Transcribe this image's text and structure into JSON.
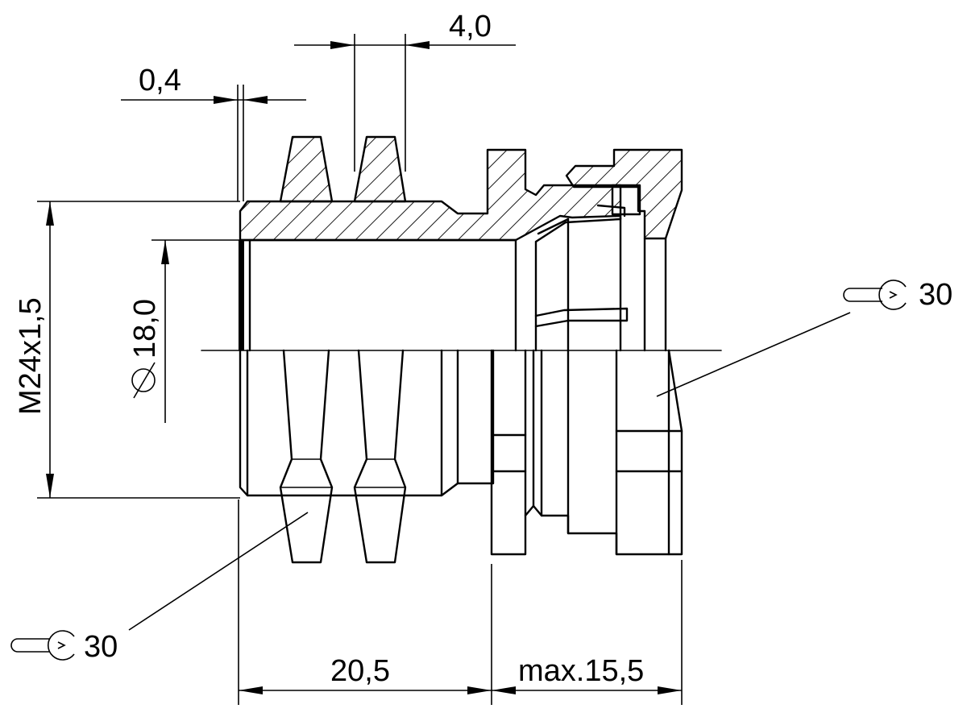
{
  "dimensions": {
    "pitch": "4,0",
    "gap": "0,4",
    "thread": "M24x1,5",
    "bore": "18,0",
    "length": "20,5",
    "max_length": "max.15,5"
  },
  "wrench_callouts": [
    {
      "size": "30"
    },
    {
      "size": "30"
    }
  ]
}
